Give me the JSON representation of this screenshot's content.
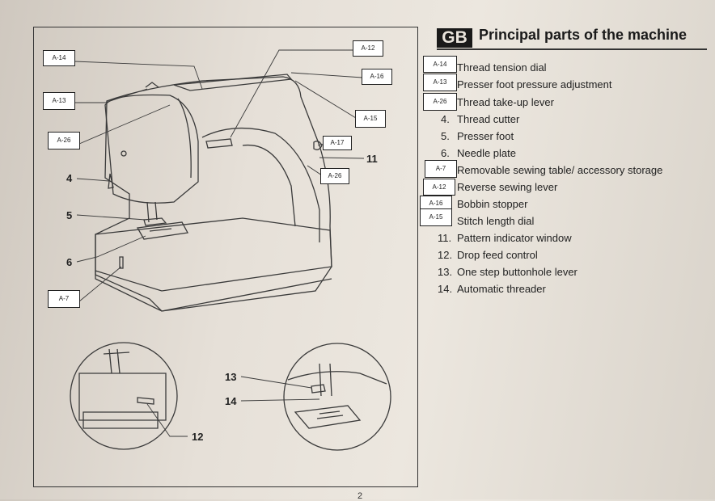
{
  "heading": {
    "lang_badge": "GB",
    "title": "Principal parts of the machine"
  },
  "parts_list": [
    {
      "tag": "A-14",
      "number": "",
      "text": "Thread tension dial"
    },
    {
      "tag": "A-13",
      "number": "",
      "text": "Presser foot pressure adjustment"
    },
    {
      "tag": "A-26",
      "number": "",
      "text": "Thread take-up lever"
    },
    {
      "tag": "",
      "number": "4.",
      "text": "Thread cutter"
    },
    {
      "tag": "",
      "number": "5.",
      "text": "Presser foot"
    },
    {
      "tag": "",
      "number": "6.",
      "text": "Needle plate"
    },
    {
      "tag": "A-7",
      "number": "",
      "text": "Removable sewing table/ accessory storage"
    },
    {
      "tag": "A-12",
      "number": "",
      "text": "Reverse sewing lever"
    },
    {
      "tag": "A-16",
      "number": "",
      "text": "Bobbin stopper"
    },
    {
      "tag": "A-15",
      "number": "",
      "text": "Stitch length dial"
    },
    {
      "tag": "",
      "number": "11.",
      "text": "Pattern indicator window"
    },
    {
      "tag": "",
      "number": "12.",
      "text": "Drop feed control"
    },
    {
      "tag": "",
      "number": "13.",
      "text": "One step buttonhole lever"
    },
    {
      "tag": "",
      "number": "14.",
      "text": "Automatic threader"
    }
  ],
  "diagram_tags": [
    "A-14",
    "A-13",
    "A-26",
    "A-7",
    "A-12",
    "A-16",
    "A-15",
    "A-17",
    "A-26"
  ],
  "diagram_numbers": [
    "4",
    "5",
    "6",
    "11",
    "12",
    "13",
    "14"
  ],
  "page_number": "2"
}
